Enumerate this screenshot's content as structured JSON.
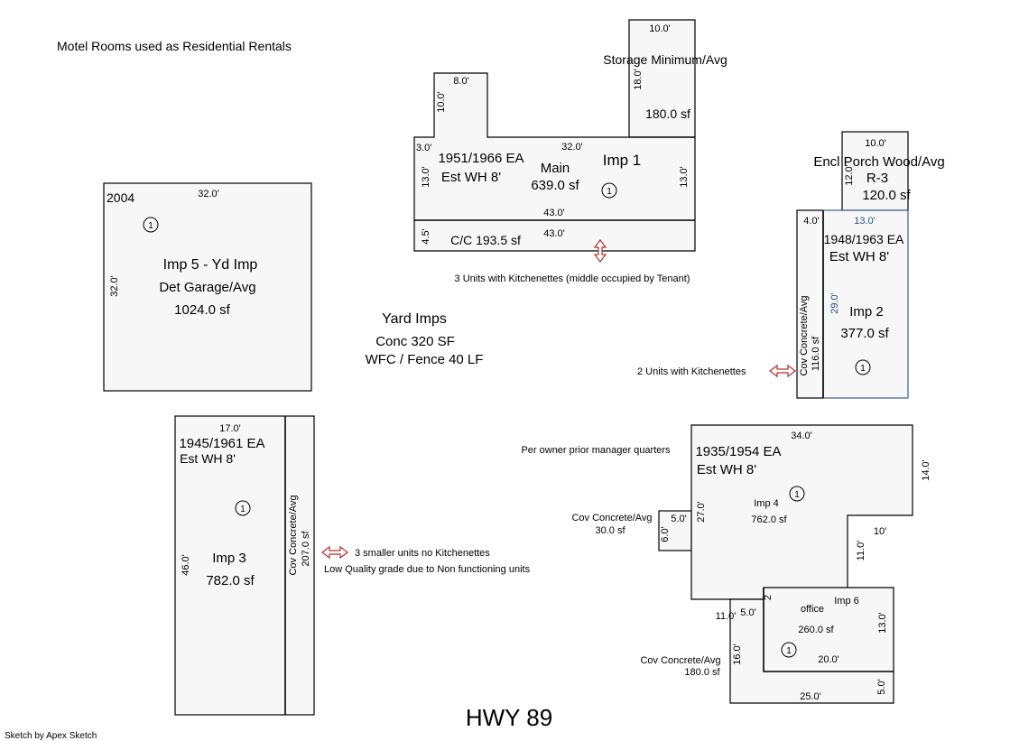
{
  "header": {
    "title": "Motel Rooms used as Residential Rentals"
  },
  "footer": {
    "road": "HWY 89",
    "credit": "Sketch by Apex Sketch"
  },
  "yard": {
    "title": "Yard Imps",
    "line1": "Conc 320 SF",
    "line2": "WFC / Fence 40 LF"
  },
  "imp1": {
    "name": "Imp 1",
    "years": "1951/1966 EA",
    "wall": "Est WH 8'",
    "main_label": "Main",
    "area": "639.0 sf",
    "symbol": "1",
    "dims": {
      "top": "32.0'",
      "left": "13.0'",
      "left_small": "3.0'",
      "right": "13.0'",
      "bottom": "43.0'",
      "bump_top": "8.0'",
      "bump_side": "10.0'"
    },
    "storage": {
      "label": "Storage Minimum/Avg",
      "area": "180.0 sf",
      "top": "10.0'",
      "side": "18.0'"
    },
    "cc": {
      "label": "C/C 193.5 sf",
      "side": "4.5'",
      "bottom": "43.0'"
    },
    "note": "3 Units with Kitchenettes (middle occupied by Tenant)"
  },
  "imp2": {
    "name": "Imp 2",
    "years": "1948/1963 EA",
    "wall": "Est WH 8'",
    "area": "377.0 sf",
    "symbol": "1",
    "dims": {
      "top": "13.0'",
      "side": "29.0'",
      "porch_width": "4.0'"
    },
    "porch": {
      "label": "Encl Porch Wood/Avg",
      "grade": "R-3",
      "area": "120.0 sf",
      "top": "10.0'",
      "side": "12.0'"
    },
    "cov": "Cov Concrete/Avg",
    "cov_area": "116.0 sf",
    "note": "2 Units with Kitchenettes"
  },
  "imp3": {
    "name": "Imp 3",
    "years": "1945/1961 EA",
    "wall": "Est WH 8'",
    "area": "782.0 sf",
    "symbol": "1",
    "dims": {
      "top": "17.0'",
      "side": "46.0'"
    },
    "cov": "Cov Concrete/Avg",
    "cov_area": "207.0 sf",
    "note1": "3 smaller units no Kitchenettes",
    "note2": "Low Quality grade due to Non functioning units"
  },
  "imp4": {
    "name": "Imp 4",
    "years": "1935/1954 EA",
    "wall": "Est WH 8'",
    "area": "762.0 sf",
    "symbol": "1",
    "dims": {
      "top": "34.0'",
      "right": "14.0'",
      "left": "27.0'",
      "step": "10'",
      "step_side": "11.0'",
      "small_w": "5.0'",
      "small_h": "6.0'"
    },
    "note": "Per owner prior manager quarters",
    "cov": "Cov Concrete/Avg",
    "cov_area": "30.0 sf"
  },
  "imp5": {
    "name": "Imp 5 - Yd Imp",
    "type": "Det Garage/Avg",
    "area": "1024.0 sf",
    "year": "2004",
    "symbol": "1",
    "dims": {
      "top": "32.0'",
      "side": "32.0'"
    }
  },
  "imp6": {
    "name": "Imp 6",
    "label": "office",
    "area": "260.0 sf",
    "symbol": "1",
    "dims": {
      "right": "13.0'",
      "bottom": "20.0'",
      "small": "2"
    },
    "cov": "Cov Concrete/Avg",
    "cov_area": "180.0 sf",
    "cov_dims": {
      "top_left": "11.0'",
      "top": "5.0'",
      "side": "16.0'",
      "bottom": "25.0'",
      "right": "5.0'"
    }
  }
}
